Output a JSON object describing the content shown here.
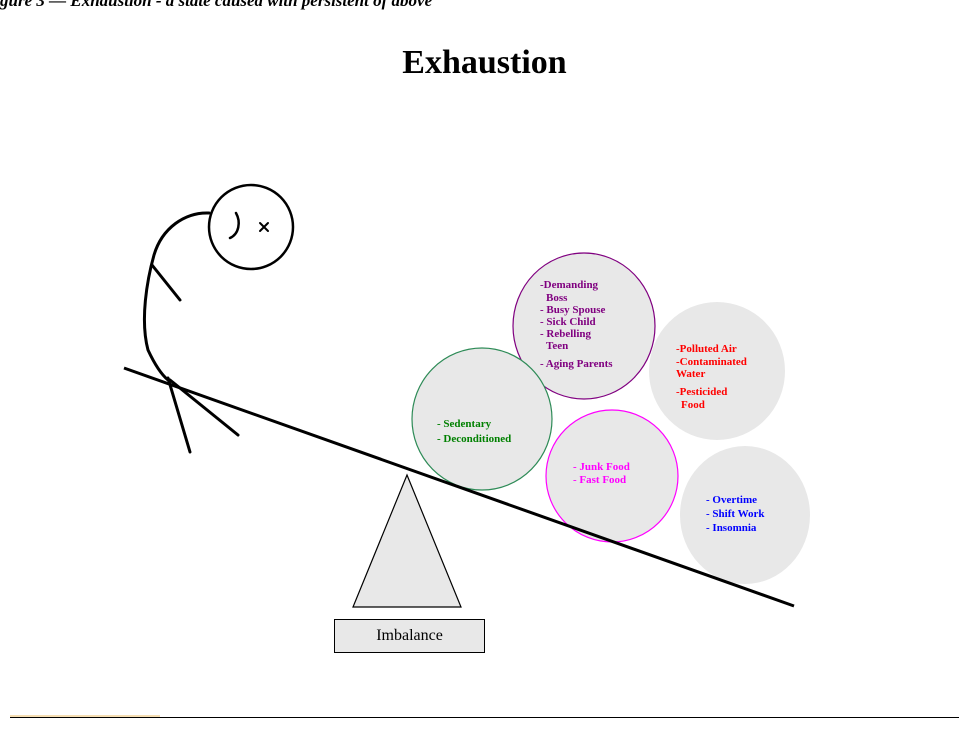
{
  "caption": "gure 3 — Exhaustion - a state caused with persistent of above",
  "title": "Exhaustion",
  "fulcrum_label": "Imbalance",
  "bubbles": [
    {
      "id": "relationships",
      "color": "#800080",
      "lines": [
        "-Demanding",
        "Boss",
        "- Busy Spouse",
        "- Sick Child",
        "- Rebelling",
        "Teen",
        "- Aging Parents"
      ]
    },
    {
      "id": "environment",
      "color": "#ff0000",
      "lines": [
        "-Polluted Air",
        "-Contaminated",
        "Water",
        "-Pesticided",
        "Food"
      ]
    },
    {
      "id": "activity",
      "color": "#008000",
      "lines": [
        "- Sedentary",
        "- Deconditioned"
      ]
    },
    {
      "id": "diet",
      "color": "#ff00ff",
      "lines": [
        "- Junk Food",
        "- Fast Food"
      ]
    },
    {
      "id": "work",
      "color": "#0000ff",
      "lines": [
        "- Overtime",
        "- Shift Work",
        "- Insomnia"
      ]
    }
  ]
}
